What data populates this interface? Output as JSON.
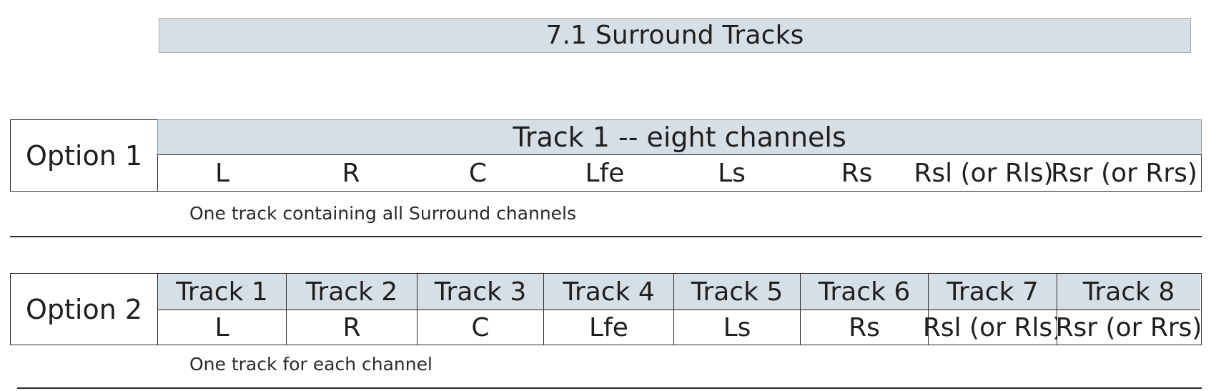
{
  "title": "7.1 Surround Tracks",
  "option1": {
    "label": "Option 1",
    "header": "Track 1 -- eight channels",
    "channels": [
      "L",
      "R",
      "C",
      "Lfe",
      "Ls",
      "Rs",
      "Rsl (or Rls)",
      "Rsr (or Rrs)"
    ],
    "caption": "One track containing all Surround channels"
  },
  "option2": {
    "label": "Option 2",
    "tracks": [
      "Track 1",
      "Track 2",
      "Track 3",
      "Track 4",
      "Track 5",
      "Track 6",
      "Track 7",
      "Track 8"
    ],
    "channels": [
      "L",
      "R",
      "C",
      "Lfe",
      "Ls",
      "Rs",
      "Rsl (or Rls)",
      "Rsr (or Rrs)"
    ],
    "caption": "One track for each channel"
  },
  "colors": {
    "header_fill": "#d7dfe6",
    "border": "#2a2a2a"
  }
}
